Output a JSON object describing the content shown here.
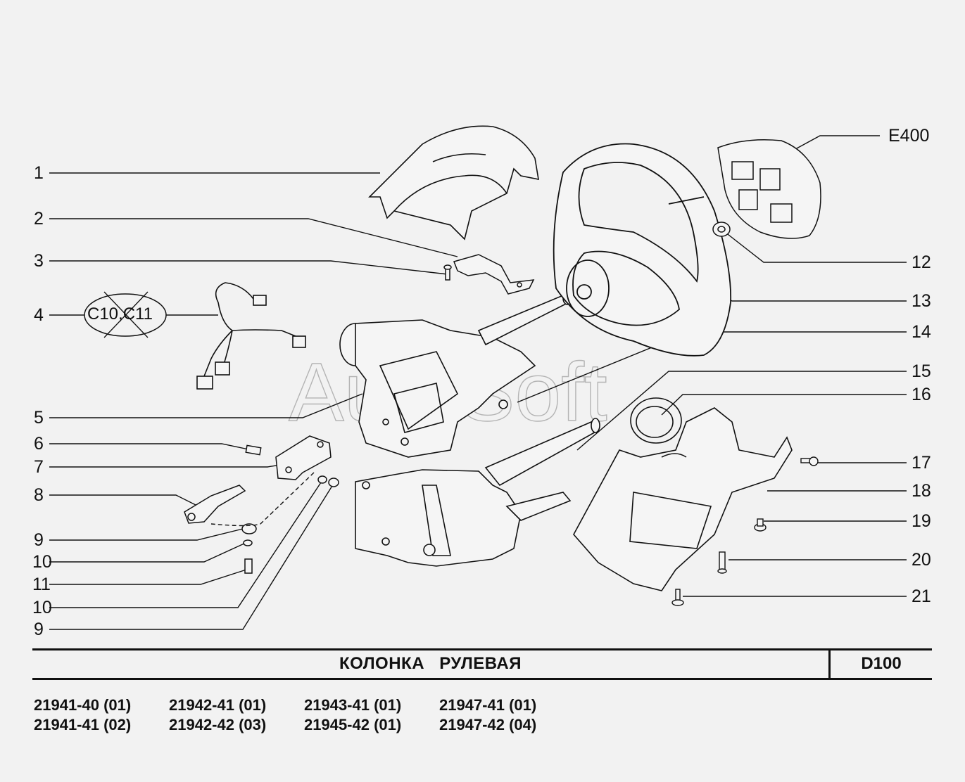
{
  "labels": {
    "l1": "1",
    "l2": "2",
    "l3": "3",
    "l4": "4",
    "l5": "5",
    "l6": "6",
    "l7": "7",
    "l8": "8",
    "l9a": "9",
    "l10a": "10",
    "l11": "11",
    "l10b": "10",
    "l9b": "9",
    "e400": "E400",
    "l12": "12",
    "l13": "13",
    "l14": "14",
    "l15": "15",
    "l16": "16",
    "l17": "17",
    "l18": "18",
    "l19": "19",
    "l20": "20",
    "l21": "21"
  },
  "callout4": {
    "c10": "C10",
    "comma": ",",
    "c11": "C11"
  },
  "watermark": "AutoSoft",
  "header": {
    "title": "КОЛОНКА   РУЛЕВАЯ",
    "code": "D100"
  },
  "models": [
    [
      "21941-40 (01)",
      "21942-41 (01)",
      "21943-41 (01)",
      "21947-41 (01)"
    ],
    [
      "21941-41 (02)",
      "21942-42 (03)",
      "21945-42 (01)",
      "21947-42 (04)"
    ]
  ]
}
